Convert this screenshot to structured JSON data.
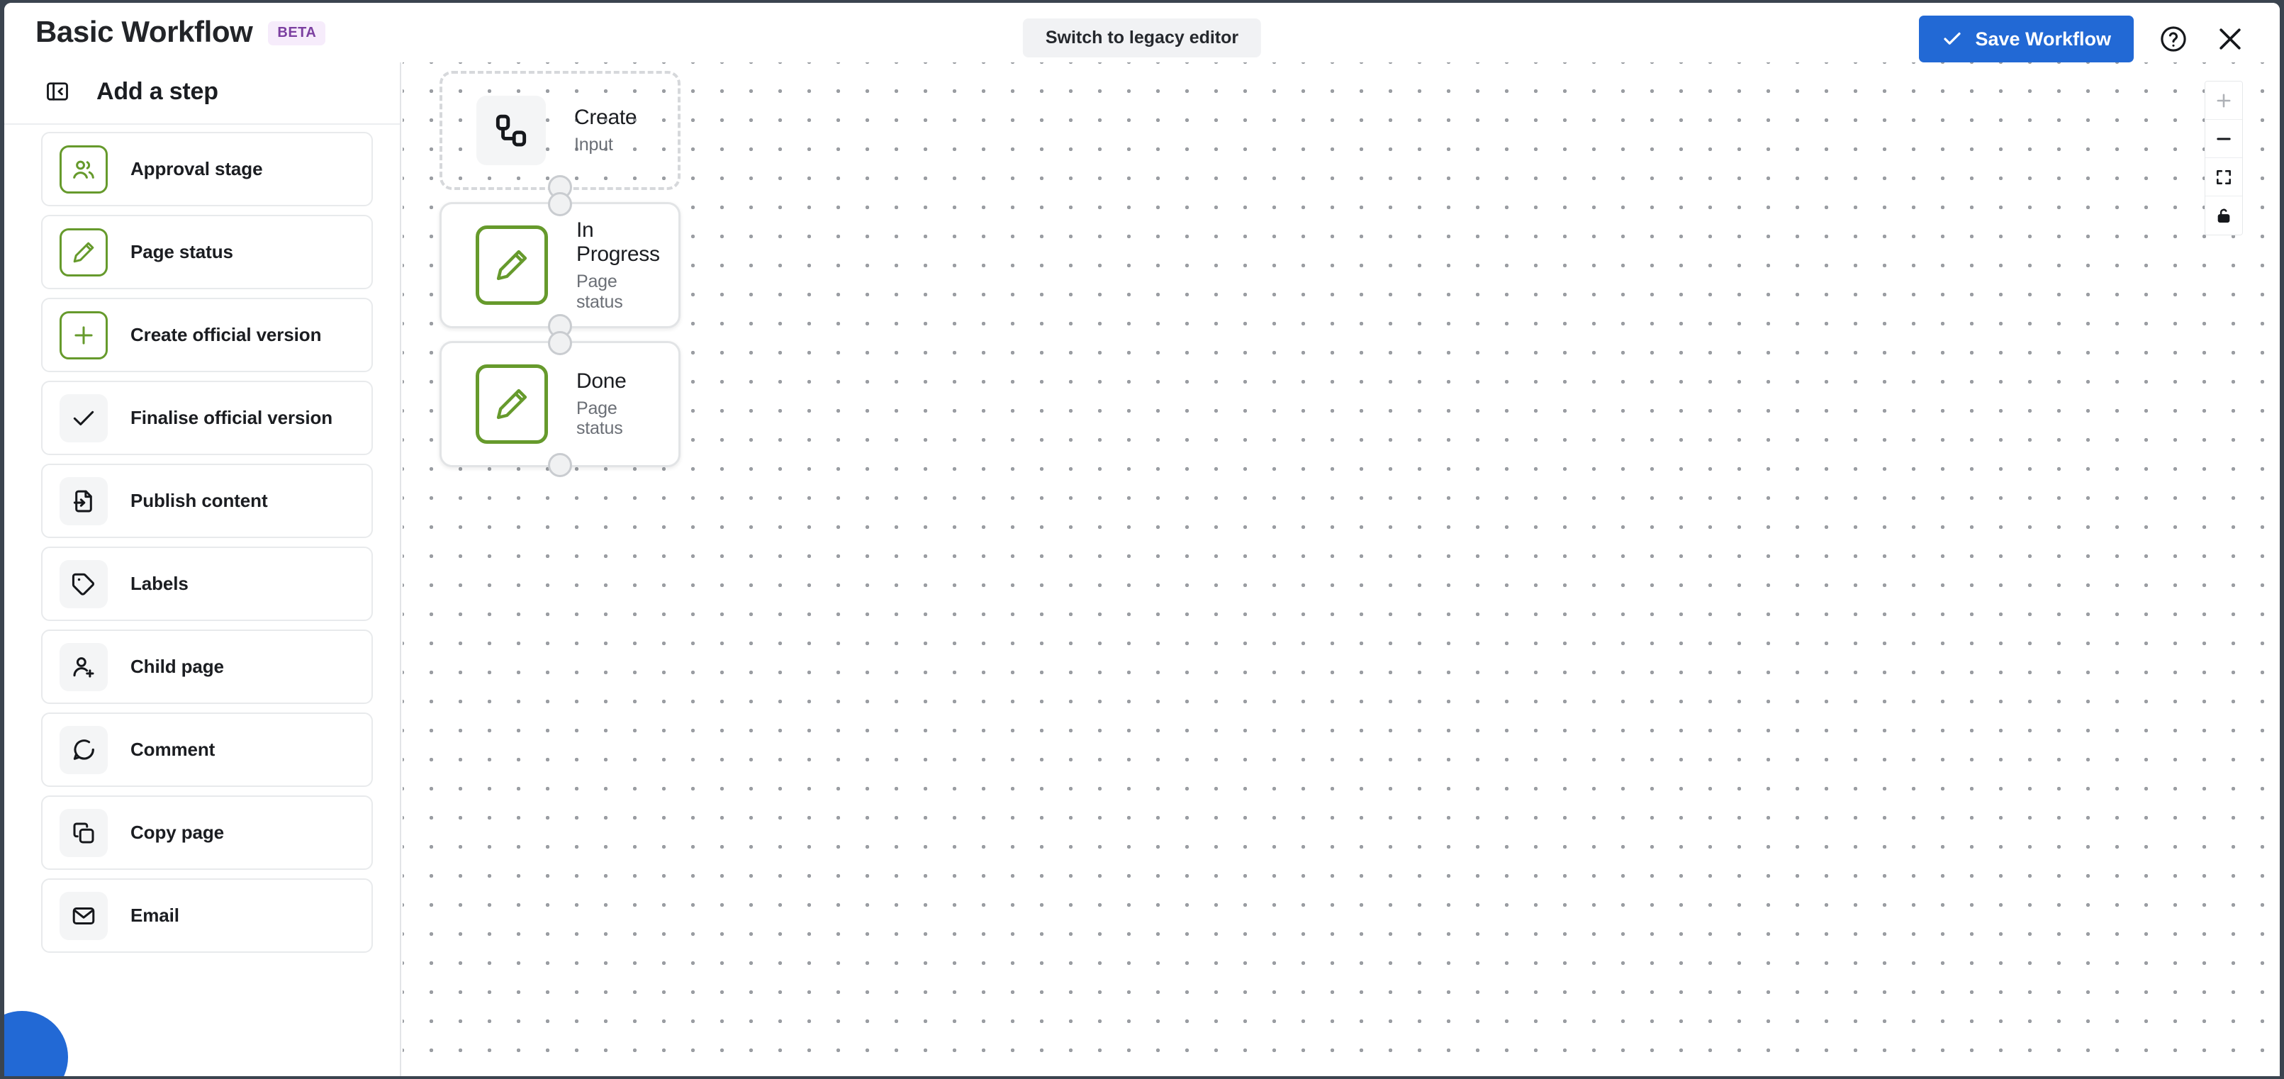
{
  "header": {
    "title": "Basic Workflow",
    "badge": "BETA",
    "legacy_button": "Switch to legacy editor",
    "save_button": "Save Workflow",
    "help_icon": "help-circle-icon",
    "close_icon": "close-icon",
    "check_icon": "check-icon",
    "accent_color": "#2269d5",
    "badge_color": "#7b3fa0",
    "badge_bg": "#f6ecfb"
  },
  "sidebar": {
    "title": "Add a step",
    "collapse_icon": "panel-collapse-icon",
    "items": [
      {
        "label": "Approval stage",
        "icon": "users-icon",
        "style": "outlined"
      },
      {
        "label": "Page status",
        "icon": "pencil-icon",
        "style": "outlined"
      },
      {
        "label": "Create official version",
        "icon": "plus-icon",
        "style": "outlined"
      },
      {
        "label": "Finalise official version",
        "icon": "check-icon",
        "style": "filled"
      },
      {
        "label": "Publish content",
        "icon": "file-export-icon",
        "style": "filled"
      },
      {
        "label": "Labels",
        "icon": "tag-icon",
        "style": "filled"
      },
      {
        "label": "Child page",
        "icon": "user-add-icon",
        "style": "filled"
      },
      {
        "label": "Comment",
        "icon": "comment-icon",
        "style": "filled"
      },
      {
        "label": "Copy page",
        "icon": "copy-icon",
        "style": "filled"
      },
      {
        "label": "Email",
        "icon": "envelope-icon",
        "style": "filled"
      }
    ],
    "green_color": "#669A2C"
  },
  "canvas": {
    "nodes": [
      {
        "title": "Create",
        "subtitle": "Input",
        "icon": "workflow-nodes-icon",
        "icon_style": "grey",
        "border": "dashed"
      },
      {
        "title": "In Progress",
        "subtitle": "Page status",
        "icon": "pencil-icon",
        "icon_style": "green",
        "border": "solid"
      },
      {
        "title": "Done",
        "subtitle": "Page status",
        "icon": "pencil-icon",
        "icon_style": "green",
        "border": "solid"
      }
    ],
    "zoom_controls": [
      {
        "icon": "zoom-in-icon",
        "name": "zoom-in-button",
        "disabled": true
      },
      {
        "icon": "zoom-out-icon",
        "name": "zoom-out-button",
        "disabled": false
      },
      {
        "icon": "fit-view-icon",
        "name": "fit-view-button",
        "disabled": false
      },
      {
        "icon": "lock-icon",
        "name": "lock-button",
        "disabled": false
      }
    ]
  }
}
